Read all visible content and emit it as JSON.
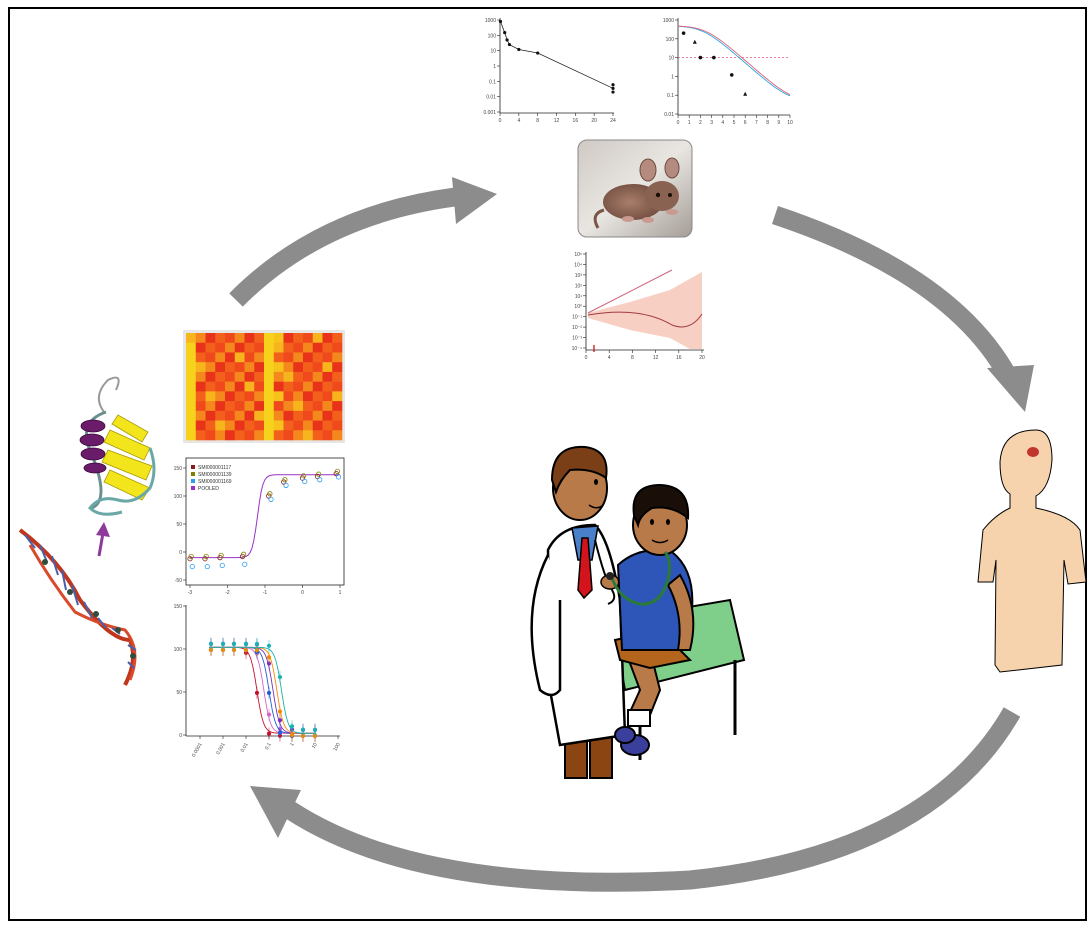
{
  "colors": {
    "arrow": "#8c8c8c",
    "border": "#000000",
    "heatmap_base": "#f03a1c",
    "heatmap_hi": "#f7d21c",
    "skin": "#f6d3ad",
    "tumor": "#c0362c"
  },
  "icons": [
    "protein-structure-icon",
    "dna-helix-icon",
    "mouse-photo-icon",
    "doctor-patient-illustration",
    "human-silhouette-icon"
  ],
  "pk_chart_1": {
    "type": "line",
    "y_scale": "log",
    "x_ticks": [
      "0",
      "4",
      "8",
      "12",
      "16",
      "20",
      "24"
    ],
    "y_ticks": [
      "1000",
      "100",
      "10",
      "1",
      "0.1",
      "0.01",
      "0.001"
    ],
    "points": [
      [
        0.1,
        800
      ],
      [
        1,
        150
      ],
      [
        1.5,
        50
      ],
      [
        2,
        25
      ],
      [
        4,
        12
      ],
      [
        8,
        7
      ],
      [
        24,
        0.035
      ]
    ]
  },
  "pk_chart_2": {
    "type": "line",
    "y_scale": "log",
    "x_ticks": [
      "0",
      "1",
      "2",
      "3",
      "4",
      "5",
      "6",
      "7",
      "8",
      "9",
      "10"
    ],
    "y_ticks": [
      "1000",
      "100",
      "10",
      "1",
      "0.1",
      "0.01"
    ],
    "threshold": 10
  },
  "tumor_chart": {
    "type": "area",
    "x_ticks": [
      "0",
      "4",
      "8",
      "12",
      "16",
      "20"
    ],
    "y_ticks": [
      "10⁵",
      "10⁴",
      "10³",
      "10²",
      "10¹",
      "10⁰",
      "10⁻¹",
      "10⁻²",
      "10⁻³",
      "10⁻⁴"
    ]
  },
  "dose_chart": {
    "type": "scatter",
    "x_ticks": [
      "-3",
      "-2",
      "-1",
      "0",
      "1"
    ],
    "y_ticks": [
      "150",
      "100",
      "50",
      "0",
      "-50"
    ],
    "legend": [
      "SMI000001117",
      "SMI000001139",
      "SMI000001169",
      "POOLED"
    ],
    "series_colors": [
      "#8b1a1a",
      "#808000",
      "#2a9df4",
      "#9b30c8"
    ],
    "ec50_log": -1.2,
    "bottom": -10,
    "top": 138
  },
  "ic50_chart": {
    "type": "line",
    "x_ticks": [
      "0.0001",
      "0.001",
      "0.01",
      "0.1",
      "1",
      "10",
      "100"
    ],
    "y_ticks": [
      "150",
      "100",
      "50",
      "0"
    ],
    "series": [
      {
        "color": "#c8102e",
        "ic50": 0.03
      },
      {
        "color": "#d462c8",
        "ic50": 0.06
      },
      {
        "color": "#1f5fd6",
        "ic50": 0.1
      },
      {
        "color": "#7b2fbf",
        "ic50": 0.15
      },
      {
        "color": "#f28c00",
        "ic50": 0.22
      },
      {
        "color": "#1ab3b3",
        "ic50": 0.35
      }
    ]
  }
}
